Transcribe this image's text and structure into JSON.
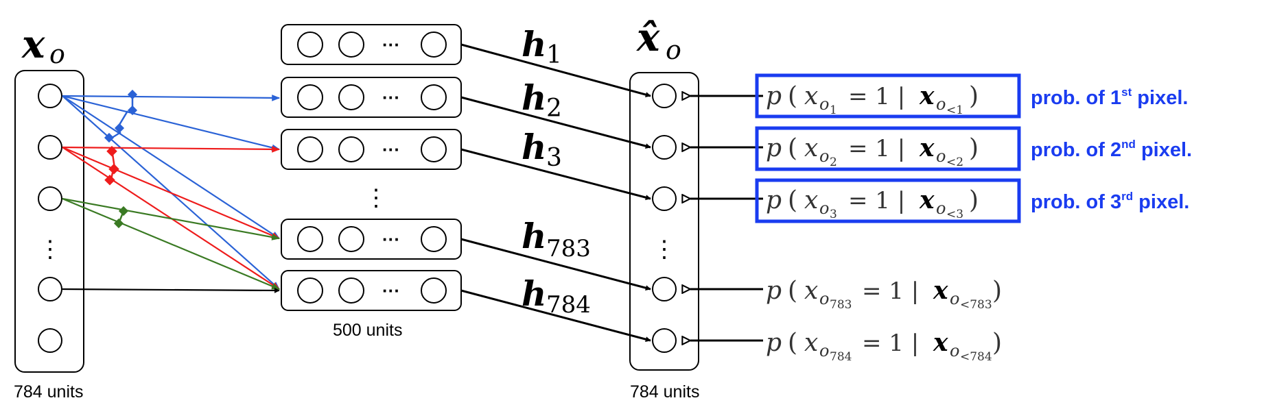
{
  "input_layer": {
    "symbol": "x",
    "subscript": "o",
    "units_label": "784 units",
    "dots": "⋮"
  },
  "hidden_layer": {
    "node_dots": "···",
    "layer_dots": "⋮",
    "units_label": "500 units",
    "labels": [
      {
        "main": "h",
        "sub": "1"
      },
      {
        "main": "h",
        "sub": "2"
      },
      {
        "main": "h",
        "sub": "3"
      },
      {
        "main": "h",
        "sub": "783"
      },
      {
        "main": "h",
        "sub": "784"
      }
    ]
  },
  "output_layer": {
    "symbol": "x̂",
    "subscript": "o",
    "units_label": "784 units",
    "dots": "⋮"
  },
  "probabilities": [
    {
      "p": "p",
      "paren_open": "(",
      "x": "x",
      "o": "o",
      "idx": "1",
      "eq": "= 1 |",
      "bx": "x",
      "cond": "<1",
      "paren_close": ")",
      "highlighted": true
    },
    {
      "p": "p",
      "paren_open": "(",
      "x": "x",
      "o": "o",
      "idx": "2",
      "eq": "= 1 |",
      "bx": "x",
      "cond": "<2",
      "paren_close": ")",
      "highlighted": true
    },
    {
      "p": "p",
      "paren_open": "(",
      "x": "x",
      "o": "o",
      "idx": "3",
      "eq": "= 1 |",
      "bx": "x",
      "cond": "<3",
      "paren_close": ")",
      "highlighted": true
    },
    {
      "p": "p",
      "paren_open": "(",
      "x": "x",
      "o": "o",
      "idx": "783",
      "eq": "= 1 |",
      "bx": "x",
      "cond": "<783",
      "paren_close": ")",
      "highlighted": false
    },
    {
      "p": "p",
      "paren_open": "(",
      "x": "x",
      "o": "o",
      "idx": "784",
      "eq": "= 1 |",
      "bx": "x",
      "cond": "<784",
      "paren_close": ")",
      "highlighted": false
    }
  ],
  "annotations": [
    {
      "pre": "prob. of 1",
      "sup": "st",
      "post": " pixel."
    },
    {
      "pre": "prob. of 2",
      "sup": "nd",
      "post": " pixel."
    },
    {
      "pre": "prob. of 3",
      "sup": "rd",
      "post": " pixel."
    }
  ],
  "colors": {
    "ink": "#000000",
    "gray_text": "#444444",
    "highlight_box": "#1a3cf0",
    "annotation_text": "#1a3cf0",
    "blue_edge": "#2a62d6",
    "red_edge": "#ee1c1c",
    "green_edge": "#3a7a23"
  }
}
